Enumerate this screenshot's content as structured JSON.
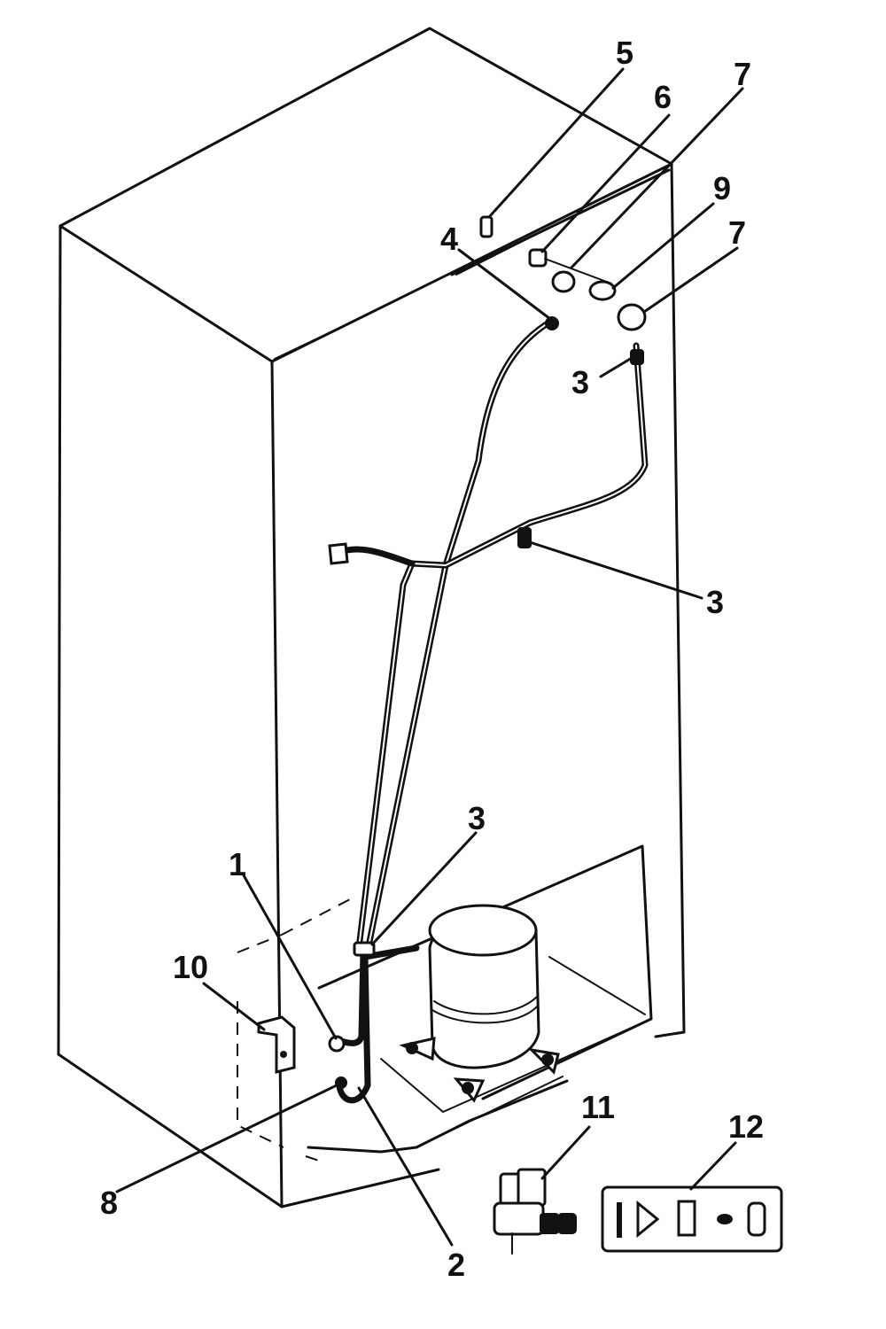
{
  "callouts": {
    "c1": "1",
    "c2": "2",
    "c3a": "3",
    "c3b": "3",
    "c3c": "3",
    "c4": "4",
    "c5": "5",
    "c6": "6",
    "c7a": "7",
    "c7b": "7",
    "c8": "8",
    "c9": "9",
    "c10": "10",
    "c11": "11",
    "c12": "12"
  }
}
